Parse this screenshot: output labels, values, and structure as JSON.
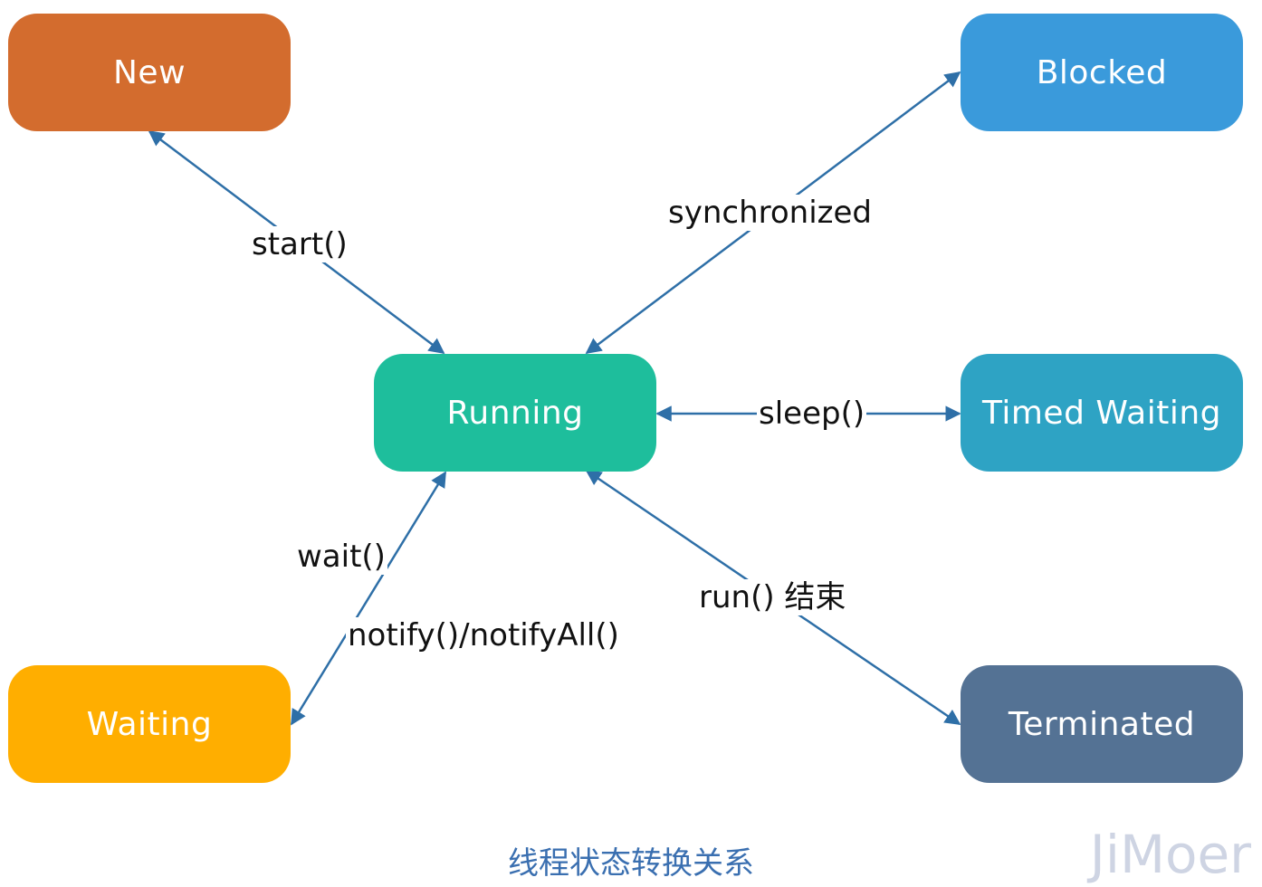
{
  "nodes": {
    "new": {
      "label": "New",
      "color": "#D36C2E"
    },
    "blocked": {
      "label": "Blocked",
      "color": "#3A9ADB"
    },
    "running": {
      "label": "Running",
      "color": "#1EBE9C"
    },
    "timed_waiting": {
      "label": "Timed Waiting",
      "color": "#2EA3C4"
    },
    "waiting": {
      "label": "Waiting",
      "color": "#FFAE00"
    },
    "terminated": {
      "label": "Terminated",
      "color": "#547294"
    }
  },
  "edges": {
    "start": "start()",
    "synchronized": "synchronized",
    "sleep": "sleep()",
    "wait": "wait()",
    "notify": "notify()/notifyAll()",
    "run_end": "run() 结束"
  },
  "caption": "线程状态转换关系",
  "watermark": "JiMoer",
  "colors": {
    "arrow": "#2E6FA7",
    "caption": "#3A6FB0",
    "watermark": "#C9D0E0"
  }
}
